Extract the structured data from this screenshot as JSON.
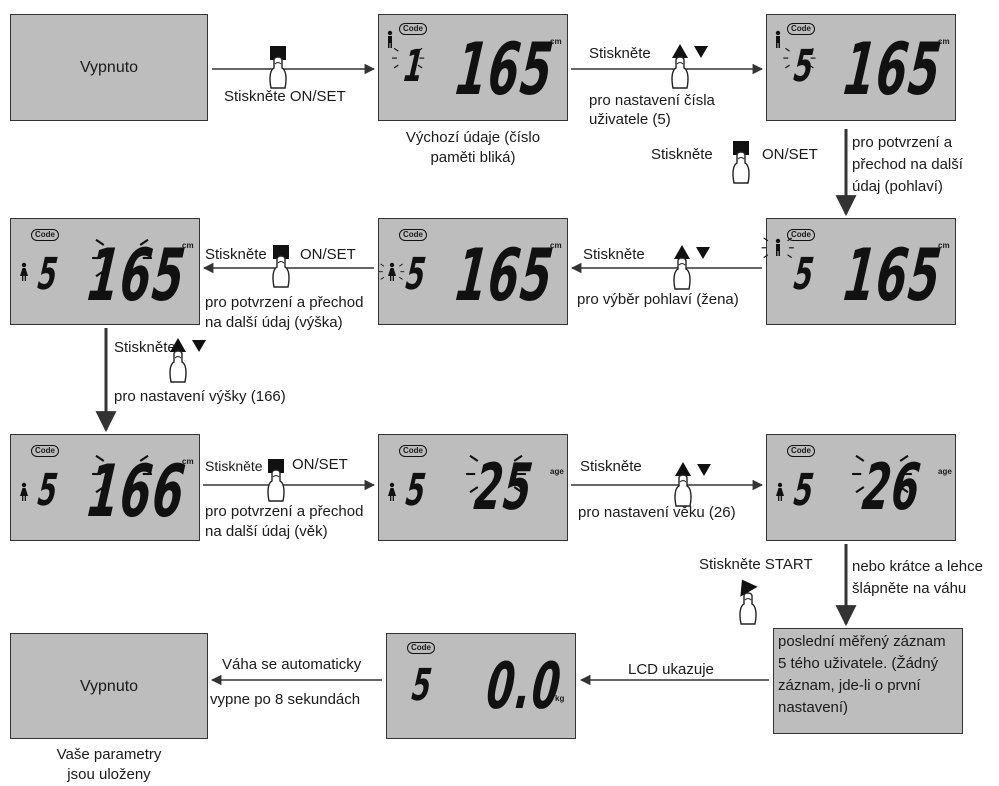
{
  "state_off_start": {
    "label": "Vypnuto"
  },
  "press_onset_1": "Stiskněte ON/SET",
  "lcd_default": {
    "code": "Code",
    "memory": "1",
    "height": "165",
    "unit": "cm",
    "caption": [
      "Výchozí údaje (číslo",
      "paměti bliká)"
    ]
  },
  "press_updown_1": {
    "label": "Stiskněte",
    "sub": [
      "pro nastavení čísla",
      "uživatele (5)"
    ]
  },
  "lcd_user5": {
    "code": "Code",
    "memory": "5",
    "height": "165",
    "unit": "cm"
  },
  "press_onset_2": {
    "label": "Stiskněte",
    "suffix": "ON/SET",
    "note": [
      "pro potvrzení a",
      "přechod na další",
      "údaj (pohlaví)"
    ]
  },
  "lcd_gender_flash": {
    "code": "Code",
    "memory": "5",
    "height": "165",
    "unit": "cm"
  },
  "press_updown_2": {
    "label": "Stiskněte",
    "sub": "pro výběr pohlaví (žena)"
  },
  "lcd_female": {
    "code": "Code",
    "memory": "5",
    "height": "165",
    "unit": "cm"
  },
  "press_onset_3": {
    "label": "Stiskněte",
    "suffix": "ON/SET",
    "sub": [
      "pro potvrzení a přechod",
      "na další údaj (výška)"
    ]
  },
  "lcd_height_flash": {
    "code": "Code",
    "memory": "5",
    "height": "165",
    "unit": "cm"
  },
  "press_updown_3": {
    "label": "Stiskněte",
    "sub": "pro nastavení výšky (166)"
  },
  "lcd_height_166": {
    "code": "Code",
    "memory": "5",
    "height": "166",
    "unit": "cm"
  },
  "press_onset_4": {
    "label": "Stiskněte",
    "suffix": "ON/SET",
    "sub": [
      "pro potvrzení a přechod",
      "na další údaj (věk)"
    ]
  },
  "lcd_age_25": {
    "code": "Code",
    "memory": "5",
    "age": "25",
    "unit": "age"
  },
  "press_updown_4": {
    "label": "Stiskněte",
    "sub": "pro nastavení věku (26)"
  },
  "lcd_age_26": {
    "code": "Code",
    "memory": "5",
    "age": "26",
    "unit": "age"
  },
  "press_start": {
    "label": "Stiskněte START",
    "note": [
      "nebo krátce a lehce",
      "šlápněte na váhu"
    ]
  },
  "last_record": {
    "text": [
      "poslední měřený záznam",
      "5 tého uživatele. (Žádný",
      "záznam, jde-li o první",
      "nastavení)"
    ]
  },
  "lcd_shows": {
    "label": "LCD ukazuje"
  },
  "lcd_weight": {
    "code": "Code",
    "memory": "5",
    "weight": "0.0",
    "unit": "kg"
  },
  "auto_off": {
    "text": [
      "Váha se automaticky",
      "vypne po 8 sekundách"
    ]
  },
  "state_off_end": {
    "label": "Vypnuto",
    "caption": [
      "Vaše parametry",
      "jsou uloženy"
    ]
  }
}
